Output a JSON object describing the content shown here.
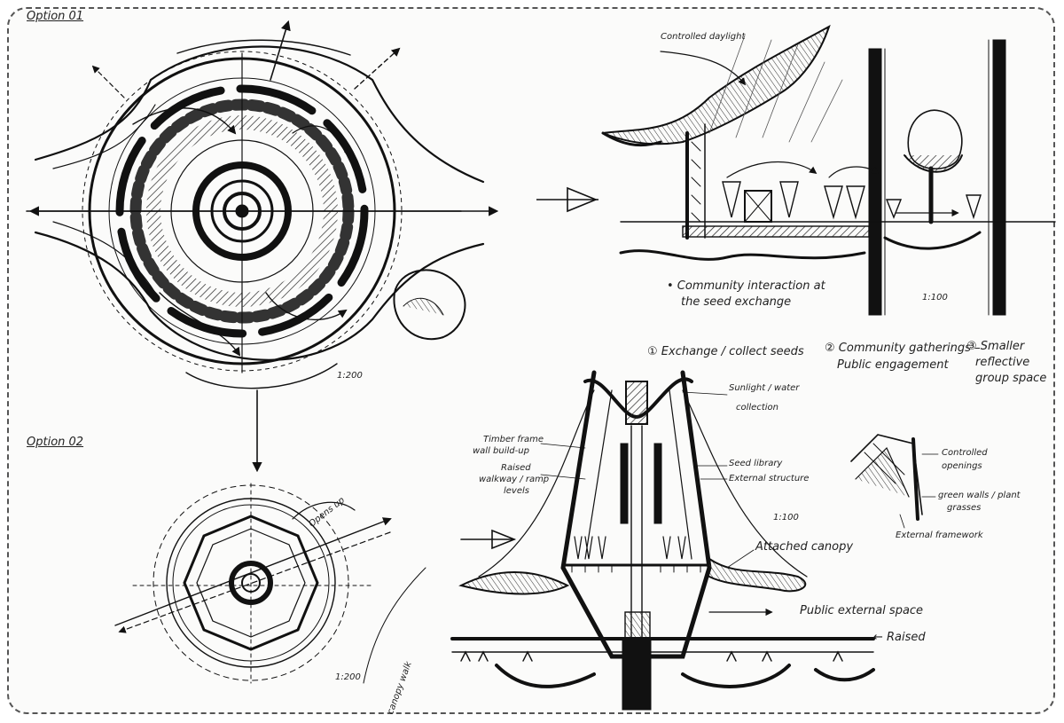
{
  "sheet": {
    "option_1_label": "Option 01",
    "option_2_label": "Option 02",
    "scale_plan_1": "1:200",
    "scale_plan_2": "1:200",
    "scale_section_mid": "1:100"
  },
  "section_top": {
    "daylight_note": "Controlled daylight",
    "community_note_line1": "• Community interaction at",
    "community_note_line2": "the seed exchange",
    "scale": "1:100"
  },
  "legend": {
    "item_1": "① Exchange / collect seeds",
    "item_2_line1": "② Community gatherings –",
    "item_2_line2": "Public engagement",
    "item_3_line1": "③ Smaller",
    "item_3_line2": "reflective",
    "item_3_line3": "group space"
  },
  "section_bottom": {
    "timber_frame_line1": "Timber frame",
    "timber_frame_line2": "wall build-up",
    "raised_line1": "Raised",
    "raised_line2": "walkway / ramp",
    "raised_line3": "levels",
    "sunlight_line1": "Sunlight / water",
    "sunlight_line2": "collection",
    "seed_library": "Seed library",
    "external_structure": "External structure",
    "attached_canopy": "Attached canopy",
    "public_space": "Public external space",
    "raised_ground": "← Raised"
  },
  "detail": {
    "controlled_line1": "Controlled",
    "controlled_line2": "openings",
    "green_walls_line1": "green walls / plant",
    "green_walls_line2": "grasses",
    "external_framework": "External framework"
  },
  "plan_2": {
    "opens_up": "Opens up",
    "canopy_note": "canopy walk"
  }
}
